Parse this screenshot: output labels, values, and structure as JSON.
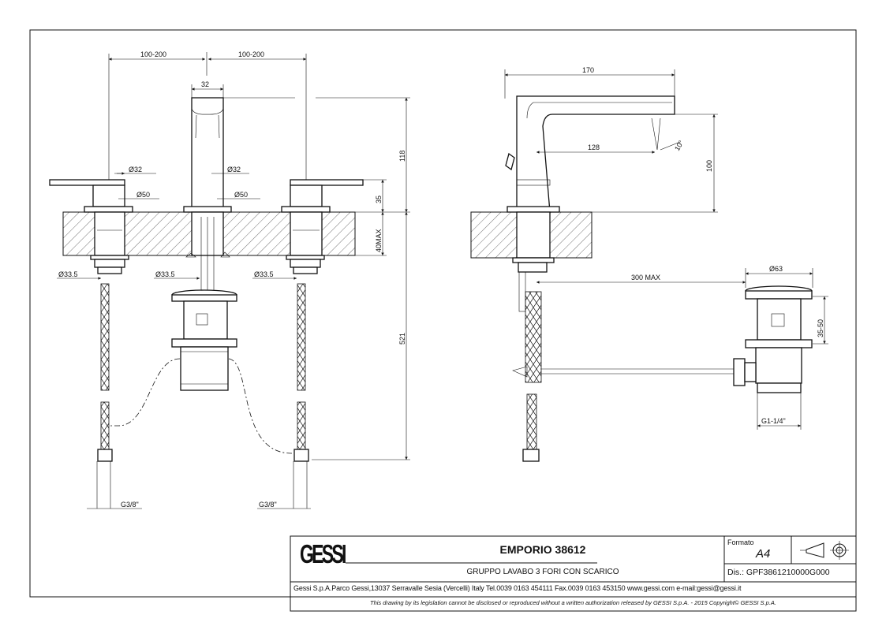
{
  "drawing": {
    "dimensions_front": {
      "spacing_left": "100-200",
      "spacing_right": "100-200",
      "spout_width": "32",
      "spout_diameter": "Ø32",
      "spout_base_diameter": "Ø50",
      "handle_diameter": "Ø32",
      "handle_base_diameter": "Ø50",
      "height_total": "118",
      "handle_height": "35",
      "counter_thickness": "40MAX",
      "hose_length": "521",
      "pipe_left": "Ø33.5",
      "pipe_center": "Ø33.5",
      "pipe_right": "Ø33.5",
      "thread_left": "G3/8\"",
      "thread_right": "G3/8\""
    },
    "dimensions_side": {
      "reach": "170",
      "spout_projection": "128",
      "spout_height": "100",
      "angle": "10°",
      "rod_length": "300 MAX",
      "drain_diameter": "Ø63",
      "drain_height": "35-50",
      "drain_thread": "G1-1/4\""
    }
  },
  "title_block": {
    "logo": "GESSI",
    "product": "EMPORIO 38612",
    "description": "GRUPPO LAVABO 3 FORI CON SCARICO",
    "format_label": "Formato",
    "format_value": "A4",
    "drawing_number": "Dis.: GPF3861210000G000",
    "address": "Gessi S.p.A.Parco Gessi,13037 Serravalle Sesia (Vercelli) Italy Tel.0039 0163 454111 Fax.0039 0163 453150 www.gessi.com e-mail:gessi@gessi.it",
    "copyright": "This drawing by its legislation cannot be disclosed or reproduced without a written authorization released by GESSI S.p.A. - 2015 Copyright© GESSI S.p.A."
  }
}
